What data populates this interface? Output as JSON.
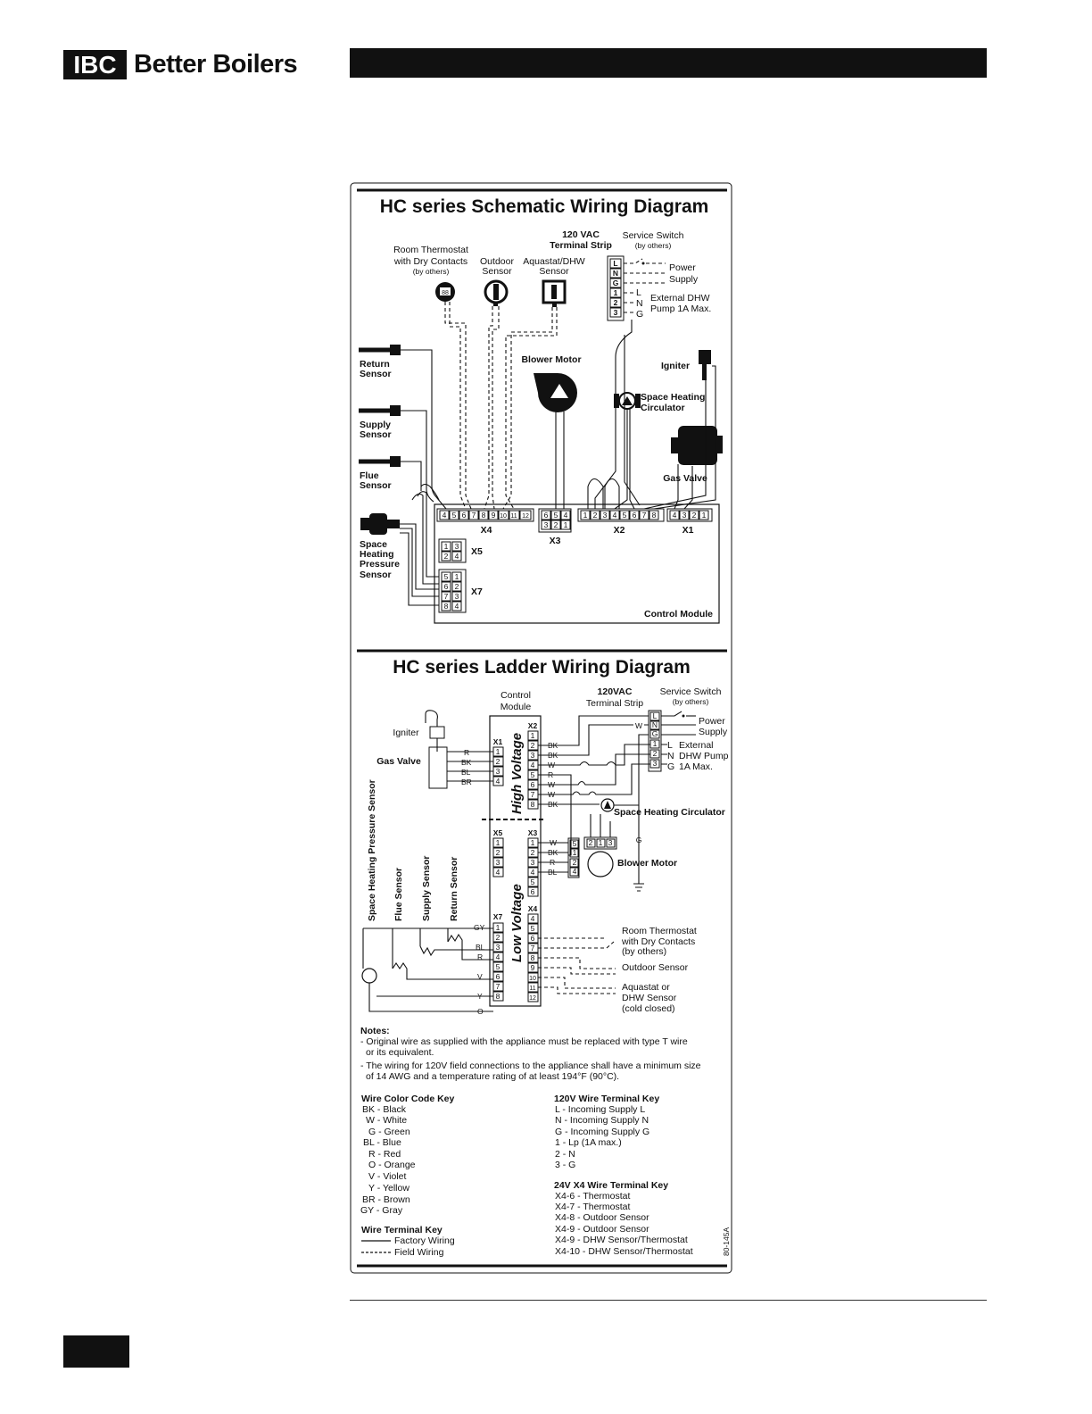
{
  "header": {
    "logo_mark": "IBC",
    "logo_text": "Better Boilers"
  },
  "schematic": {
    "title": "HC series Schematic Wiring Diagram",
    "room_thermostat": [
      "Room Thermostat",
      "with Dry Contacts",
      "(by others)"
    ],
    "outdoor_sensor": [
      "Outdoor",
      "Sensor"
    ],
    "aquastat": [
      "Aquastat/DHW",
      "Sensor"
    ],
    "terminal_strip": [
      "120 VAC",
      "Terminal Strip"
    ],
    "service_switch": [
      "Service Switch",
      "(by others)"
    ],
    "strip_terminals": [
      "L",
      "N",
      "G",
      "1",
      "2",
      "3"
    ],
    "power_supply": [
      "Power",
      "Supply"
    ],
    "pump_letters": [
      "L",
      "N",
      "G"
    ],
    "external_pump": [
      "External DHW",
      "Pump 1A Max."
    ],
    "return_sensor": [
      "Return",
      "Sensor"
    ],
    "supply_sensor": [
      "Supply",
      "Sensor"
    ],
    "flue_sensor": [
      "Flue",
      "Sensor"
    ],
    "pressure_sensor": [
      "Space",
      "Heating",
      "Pressure",
      "Sensor"
    ],
    "blower_motor": "Blower Motor",
    "igniter": "Igniter",
    "circulator": [
      "Space Heating",
      "Circulator"
    ],
    "gas_valve": "Gas Valve",
    "x4_label": "X4",
    "x4_pins": [
      "4",
      "5",
      "6",
      "7",
      "8",
      "9",
      "10",
      "11",
      "12"
    ],
    "x3_label": "X3",
    "x3_top": [
      "6",
      "5",
      "4"
    ],
    "x3_bottom": [
      "3",
      "2",
      "1"
    ],
    "x2_label": "X2",
    "x2_pins": [
      "1",
      "2",
      "3",
      "4",
      "5",
      "6",
      "7",
      "8"
    ],
    "x1_label": "X1",
    "x1_pins": [
      "4",
      "3",
      "2",
      "1"
    ],
    "x5_label": "X5",
    "x5_pins": [
      "1",
      "3",
      "2",
      "4"
    ],
    "x7_label": "X7",
    "x7_pins": [
      "5",
      "1",
      "6",
      "2",
      "7",
      "3",
      "8",
      "4"
    ],
    "control_module": "Control Module",
    "thermostat_icon": "88"
  },
  "ladder": {
    "title": "HC series Ladder Wiring Diagram",
    "control_module": [
      "Control",
      "Module"
    ],
    "terminal_strip": [
      "120VAC",
      "Terminal Strip"
    ],
    "service_switch": [
      "Service Switch",
      "(by others)"
    ],
    "power_supply": [
      "Power",
      "Supply"
    ],
    "strip_terminals": [
      "L",
      "N",
      "G",
      "1",
      "2",
      "3"
    ],
    "w_label": "W",
    "pump_letters": [
      "L",
      "N",
      "G"
    ],
    "external_pump": [
      "External",
      "DHW Pump",
      "1A Max."
    ],
    "igniter": "Igniter",
    "gas_valve": "Gas Valve",
    "gas_wires": [
      "R",
      "BK",
      "BL",
      "BR"
    ],
    "x1_label": "X1",
    "x1_pins": [
      "1",
      "2",
      "3",
      "4"
    ],
    "x2_label": "X2",
    "x2_pins": [
      "1",
      "2",
      "3",
      "4",
      "5",
      "6",
      "7",
      "8"
    ],
    "x2_wires": [
      "BK",
      "BK",
      "W",
      "R",
      "W",
      "W",
      "BK"
    ],
    "high_voltage": "High Voltage",
    "low_voltage": "Low Voltage",
    "circulator": "Space Heating Circulator",
    "g_label": "G",
    "x5_label": "X5",
    "x5_pins": [
      "1",
      "2",
      "3",
      "4"
    ],
    "x3_label": "X3",
    "x3_pins": [
      "1",
      "2",
      "3",
      "4",
      "5",
      "6"
    ],
    "x3_wires": [
      "W",
      "BK",
      "R",
      "BL"
    ],
    "blower_pins_left": [
      "5",
      "1",
      "2",
      "4"
    ],
    "blower_pins_top": [
      "2",
      "1",
      "3"
    ],
    "blower_motor": "Blower Motor",
    "x7_label": "X7",
    "x7_pins": [
      "1",
      "2",
      "3",
      "4",
      "5",
      "6",
      "7",
      "8"
    ],
    "x7_wires": [
      "GY",
      "BL",
      "R",
      "V",
      "Y",
      "O"
    ],
    "x4_label": "X4",
    "x4_pins": [
      "4",
      "5",
      "6",
      "7",
      "8",
      "9",
      "10",
      "11",
      "12"
    ],
    "vertical_sensors": [
      "Space Heating Pressure Sensor",
      "Flue Sensor",
      "Supply Sensor",
      "Return Sensor"
    ],
    "room_thermostat": [
      "Room Thermostat",
      "with Dry Contacts",
      "(by others)"
    ],
    "outdoor_sensor": "Outdoor Sensor",
    "aquastat": [
      "Aquastat or",
      "DHW Sensor",
      "(cold closed)"
    ]
  },
  "notes": {
    "heading": "Notes:",
    "items": [
      [
        "- Original wire as supplied with the appliance must be replaced with type T wire",
        "or its equivalent."
      ],
      [
        "- The wiring for 120V field connections to the appliance shall have a minimum size",
        "of 14 AWG and a temperature rating of at least 194°F (90°C)."
      ]
    ]
  },
  "color_key": {
    "heading": "Wire Color Code Key",
    "items": [
      "BK - Black",
      "W - White",
      "G - Green",
      "BL - Blue",
      "R - Red",
      "O - Orange",
      "V - Violet",
      "Y - Yellow",
      "BR - Brown",
      "GY - Gray"
    ]
  },
  "terminal_key": {
    "heading": "Wire Terminal Key",
    "items": [
      "Factory Wiring",
      "Field Wiring"
    ]
  },
  "v120_key": {
    "heading": "120V Wire Terminal Key",
    "items": [
      "L - Incoming Supply L",
      "N - Incoming Supply N",
      "G - Incoming Supply G",
      "1 - Lp (1A max.)",
      "2 - N",
      "3 - G"
    ]
  },
  "v24_key": {
    "heading": "24V X4 Wire Terminal Key",
    "items": [
      "X4-6 - Thermostat",
      "X4-7 - Thermostat",
      "X4-8 - Outdoor Sensor",
      "X4-9 - Outdoor Sensor",
      "X4-9 - DHW Sensor/Thermostat",
      "X4-10 - DHW Sensor/Thermostat"
    ]
  },
  "doc_code": "80-145A"
}
